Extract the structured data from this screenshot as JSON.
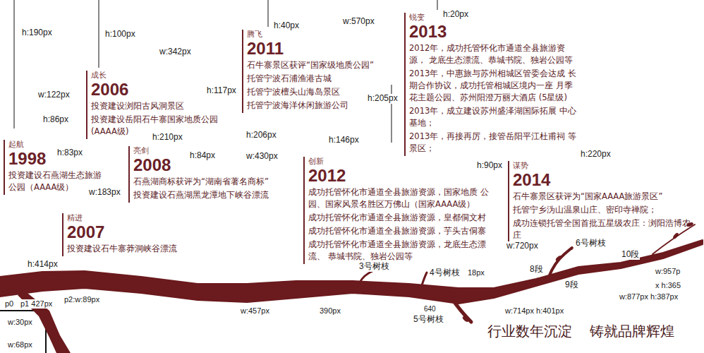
{
  "diagram": {
    "nodes": [
      {
        "text": [
          "起航",
          "1998",
          "投资建设石燕湖生态旅游 公园（AAAA级）"
        ]
      },
      {
        "text": [
          "成长",
          "2006",
          "投资建设浏阳古风洞景区",
          "投资建设岳阳石牛寨国家地质公园 (AAAA级)"
        ]
      },
      {
        "text": [
          "精进",
          "2007",
          "投资建设石牛寨莽洞峡谷漂流"
        ]
      },
      {
        "text": [
          "亮剑",
          "2008",
          "石燕湖商标获评为“湖南省著名商标”",
          "投资建设石燕湖黑龙潭地下峡谷漂流"
        ]
      },
      {
        "text": [
          "腾飞",
          "2011",
          "石牛寨景区获评“国家级地质公园”",
          "托管宁波石浦渔港古城",
          "托管宁波檀头山海岛景区",
          "托管宁波海洋休闲旅游公司"
        ]
      },
      {
        "text": [
          "创新",
          "2012",
          "成功托管怀化市通道全县旅游资源，国家地质 公园、国家风景名胜区万佛山（国家AAAA级）",
          "成功托管怀化市通道全县旅游资源，皇都侗文村",
          "成功托管怀化市通道全县旅游资源，芋头古侗寨",
          "成功托管怀化市通道全县旅游资源，龙底生态漂流、 恭城书院、独岩公园等"
        ]
      },
      {
        "text": [
          "锐变",
          "2013",
          "2012年，成功托管怀化市通道全县旅游资源， 龙底生态漂流、恭城书院、独岩公园等",
          "2013年，中惠旅与苏州相城区管委会达成 长期合作协议，成功托管相城区境内一座 月季花主题公园、苏州阳澄万丽大酒店 (5星级)",
          "2013年，成立建设苏州盛泽湖国际拓展 中心基地；",
          "2013年，再接再厉，接管岳阳平江杜甫祠 等景区；"
        ]
      },
      {
        "text": [
          "谋势",
          "2014",
          "石牛寨景区获评为“国家AAAA旅游景区”",
          "托管宁乡沩山温泉山庄、密印寺禅院；",
          "成功连锁托管全国首批五星级农庄：浏阳浩博农庄"
        ]
      }
    ],
    "labels": [
      "h:190px",
      "h:100px",
      "h:40px",
      "w:570px",
      "h:20px",
      "w:342px",
      "w:122px",
      "h:117px",
      "h:205px",
      "h:86px",
      "h:210px",
      "h:206px",
      "h:146px",
      "h:83px",
      "h:84px",
      "w:430px",
      "h:220px",
      "h:90px",
      "w:183px",
      "w:720px",
      "6号树枝",
      "10段",
      "3号树枝",
      "4号树枝",
      "18px",
      "8段",
      "9段",
      "w:957p",
      "h:414px",
      "p0",
      "p1 427px",
      "p2:w:89px",
      "x h:365",
      "w:877px h:387px",
      "w:457px",
      "390px",
      "w:714px h:401px",
      "640",
      "5号树枝",
      "w:30px",
      "w:68px",
      "行业数年沉淀",
      "铸就品牌辉煌"
    ]
  }
}
